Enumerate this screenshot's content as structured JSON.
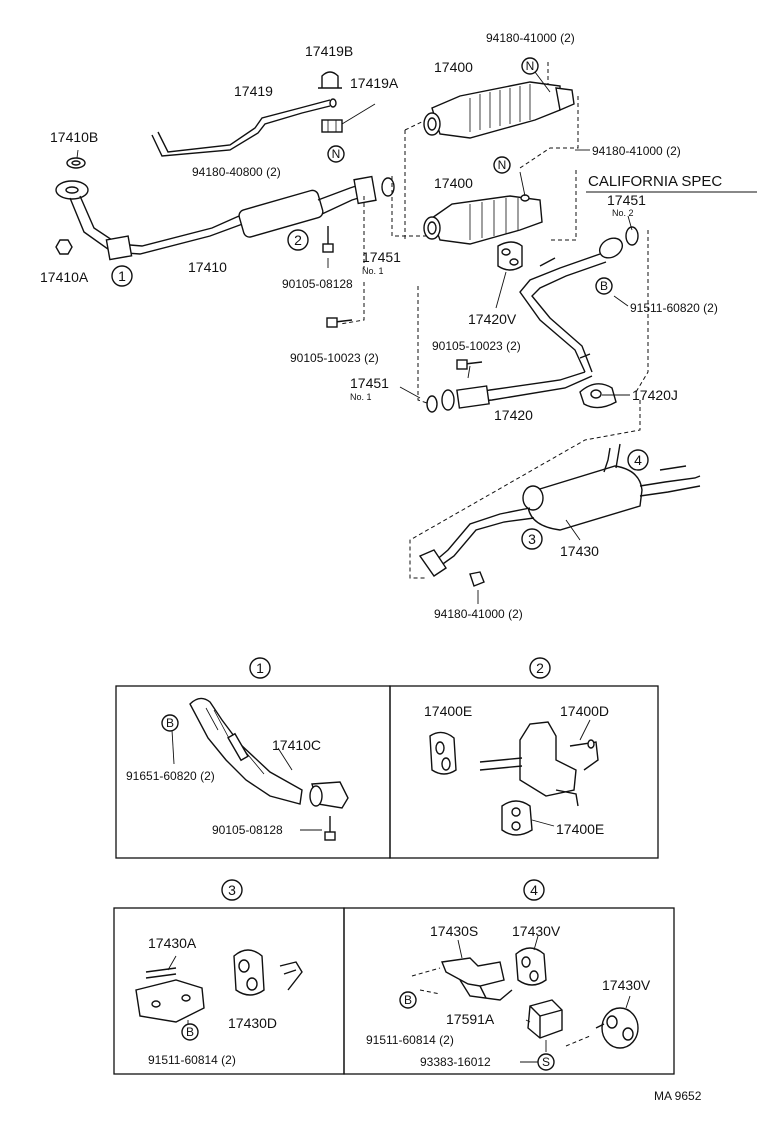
{
  "header": {
    "variant_title": "CALIFORNIA SPEC"
  },
  "labels": {
    "p17419B": "17419B",
    "p17419": "17419",
    "p17419A": "17419A",
    "p17400_top": "17400",
    "p94180_41000_a": "94180-41000 (2)",
    "p17410B": "17410B",
    "p94180_40800": "94180-40800 (2)",
    "p94180_41000_b": "94180-41000 (2)",
    "p17400_cal": "17400",
    "p17451_cal": "17451",
    "no2": "No. 2",
    "p17410A": "17410A",
    "p17410": "17410",
    "p17451_a": "17451",
    "no1_a": "No. 1",
    "p90105_08128": "90105-08128",
    "p17420V": "17420V",
    "p91511_60820": "91511-60820 (2)",
    "p90105_10023_a": "90105-10023 (2)",
    "p90105_10023_b": "90105-10023 (2)",
    "p17451_b": "17451",
    "no1_b": "No. 1",
    "p17420": "17420",
    "p17420J": "17420J",
    "p17430": "17430",
    "p94180_41000_c": "94180-41000 (2)",
    "p17410C": "17410C",
    "p91651_60820": "91651-60820 (2)",
    "p90105_08128_b": "90105-08128",
    "p17400E_a": "17400E",
    "p17400D": "17400D",
    "p17400E_b": "17400E",
    "p17430A": "17430A",
    "p17430D": "17430D",
    "p91511_60814_a": "91511-60814 (2)",
    "p17430S": "17430S",
    "p17430V_a": "17430V",
    "p17430V_b": "17430V",
    "p17591A": "17591A",
    "p91511_60814_b": "91511-60814 (2)",
    "p93383_16012": "93383-16012"
  },
  "markers": {
    "n": "N",
    "b": "B",
    "s": "S",
    "c1": "1",
    "c2": "2",
    "c3": "3",
    "c4": "4"
  },
  "footer": {
    "code": "MA  9652"
  }
}
